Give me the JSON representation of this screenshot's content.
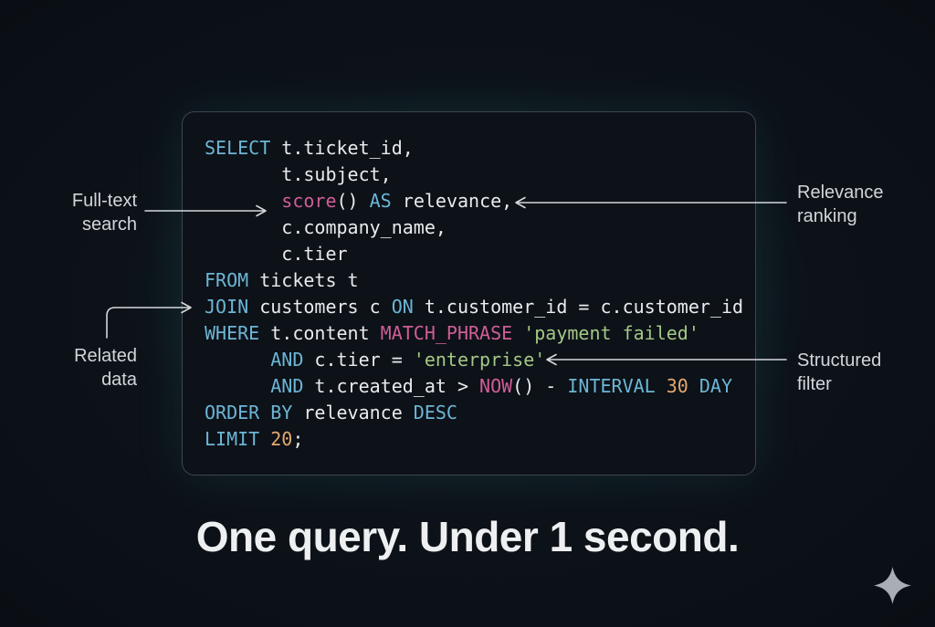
{
  "page": {
    "background": "#0b0f15",
    "glow_accent": "#38bdb2",
    "panel_border": "#3d4650",
    "panel_background": "#0d1118",
    "arrow_color": "#d5d8db",
    "label_color": "#d2d6db"
  },
  "headline": "One query. Under 1 second.",
  "annotations": {
    "full_text": {
      "line1": "Full-text",
      "line2": "search"
    },
    "related": {
      "line1": "Related",
      "line2": "data"
    },
    "relevance": {
      "line1": "Relevance",
      "line2": "ranking"
    },
    "structured": {
      "line1": "Structured",
      "line2": "filter"
    }
  },
  "icons": {
    "sparkle": "sparkle-four-point-star",
    "sparkle_color": "#a9aeb4"
  },
  "code": {
    "language": "sql",
    "colors": {
      "kw": "#6cb6d6",
      "fn": "#cf5e96",
      "str": "#a3c985",
      "num": "#e3a96f",
      "plain": "#e9ebed"
    },
    "lines": [
      [
        {
          "t": "SELECT",
          "c": "kw"
        },
        {
          "t": " t.ticket_id,",
          "c": "plain"
        }
      ],
      [
        {
          "t": "       t.subject,",
          "c": "plain"
        }
      ],
      [
        {
          "t": "       ",
          "c": "plain"
        },
        {
          "t": "score",
          "c": "fn"
        },
        {
          "t": "() ",
          "c": "plain"
        },
        {
          "t": "AS",
          "c": "kw"
        },
        {
          "t": " relevance,",
          "c": "plain"
        }
      ],
      [
        {
          "t": "       c.company_name,",
          "c": "plain"
        }
      ],
      [
        {
          "t": "       c.tier",
          "c": "plain"
        }
      ],
      [
        {
          "t": "FROM",
          "c": "kw"
        },
        {
          "t": " tickets t",
          "c": "plain"
        }
      ],
      [
        {
          "t": "JOIN",
          "c": "kw"
        },
        {
          "t": " customers c ",
          "c": "plain"
        },
        {
          "t": "ON",
          "c": "kw"
        },
        {
          "t": " t.customer_id = c.customer_id",
          "c": "plain"
        }
      ],
      [
        {
          "t": "WHERE",
          "c": "kw"
        },
        {
          "t": " t.content ",
          "c": "plain"
        },
        {
          "t": "MATCH_PHRASE",
          "c": "fn"
        },
        {
          "t": " ",
          "c": "plain"
        },
        {
          "t": "'payment failed'",
          "c": "str"
        }
      ],
      [
        {
          "t": "      ",
          "c": "plain"
        },
        {
          "t": "AND",
          "c": "kw"
        },
        {
          "t": " c.tier = ",
          "c": "plain"
        },
        {
          "t": "'enterprise'",
          "c": "str"
        }
      ],
      [
        {
          "t": "      ",
          "c": "plain"
        },
        {
          "t": "AND",
          "c": "kw"
        },
        {
          "t": " t.created_at > ",
          "c": "plain"
        },
        {
          "t": "NOW",
          "c": "fn"
        },
        {
          "t": "() - ",
          "c": "plain"
        },
        {
          "t": "INTERVAL",
          "c": "kw"
        },
        {
          "t": " ",
          "c": "plain"
        },
        {
          "t": "30",
          "c": "num"
        },
        {
          "t": " ",
          "c": "plain"
        },
        {
          "t": "DAY",
          "c": "kw"
        }
      ],
      [
        {
          "t": "ORDER BY",
          "c": "kw"
        },
        {
          "t": " relevance ",
          "c": "plain"
        },
        {
          "t": "DESC",
          "c": "kw"
        }
      ],
      [
        {
          "t": "LIMIT",
          "c": "kw"
        },
        {
          "t": " ",
          "c": "plain"
        },
        {
          "t": "20",
          "c": "num"
        },
        {
          "t": ";",
          "c": "plain"
        }
      ]
    ]
  }
}
